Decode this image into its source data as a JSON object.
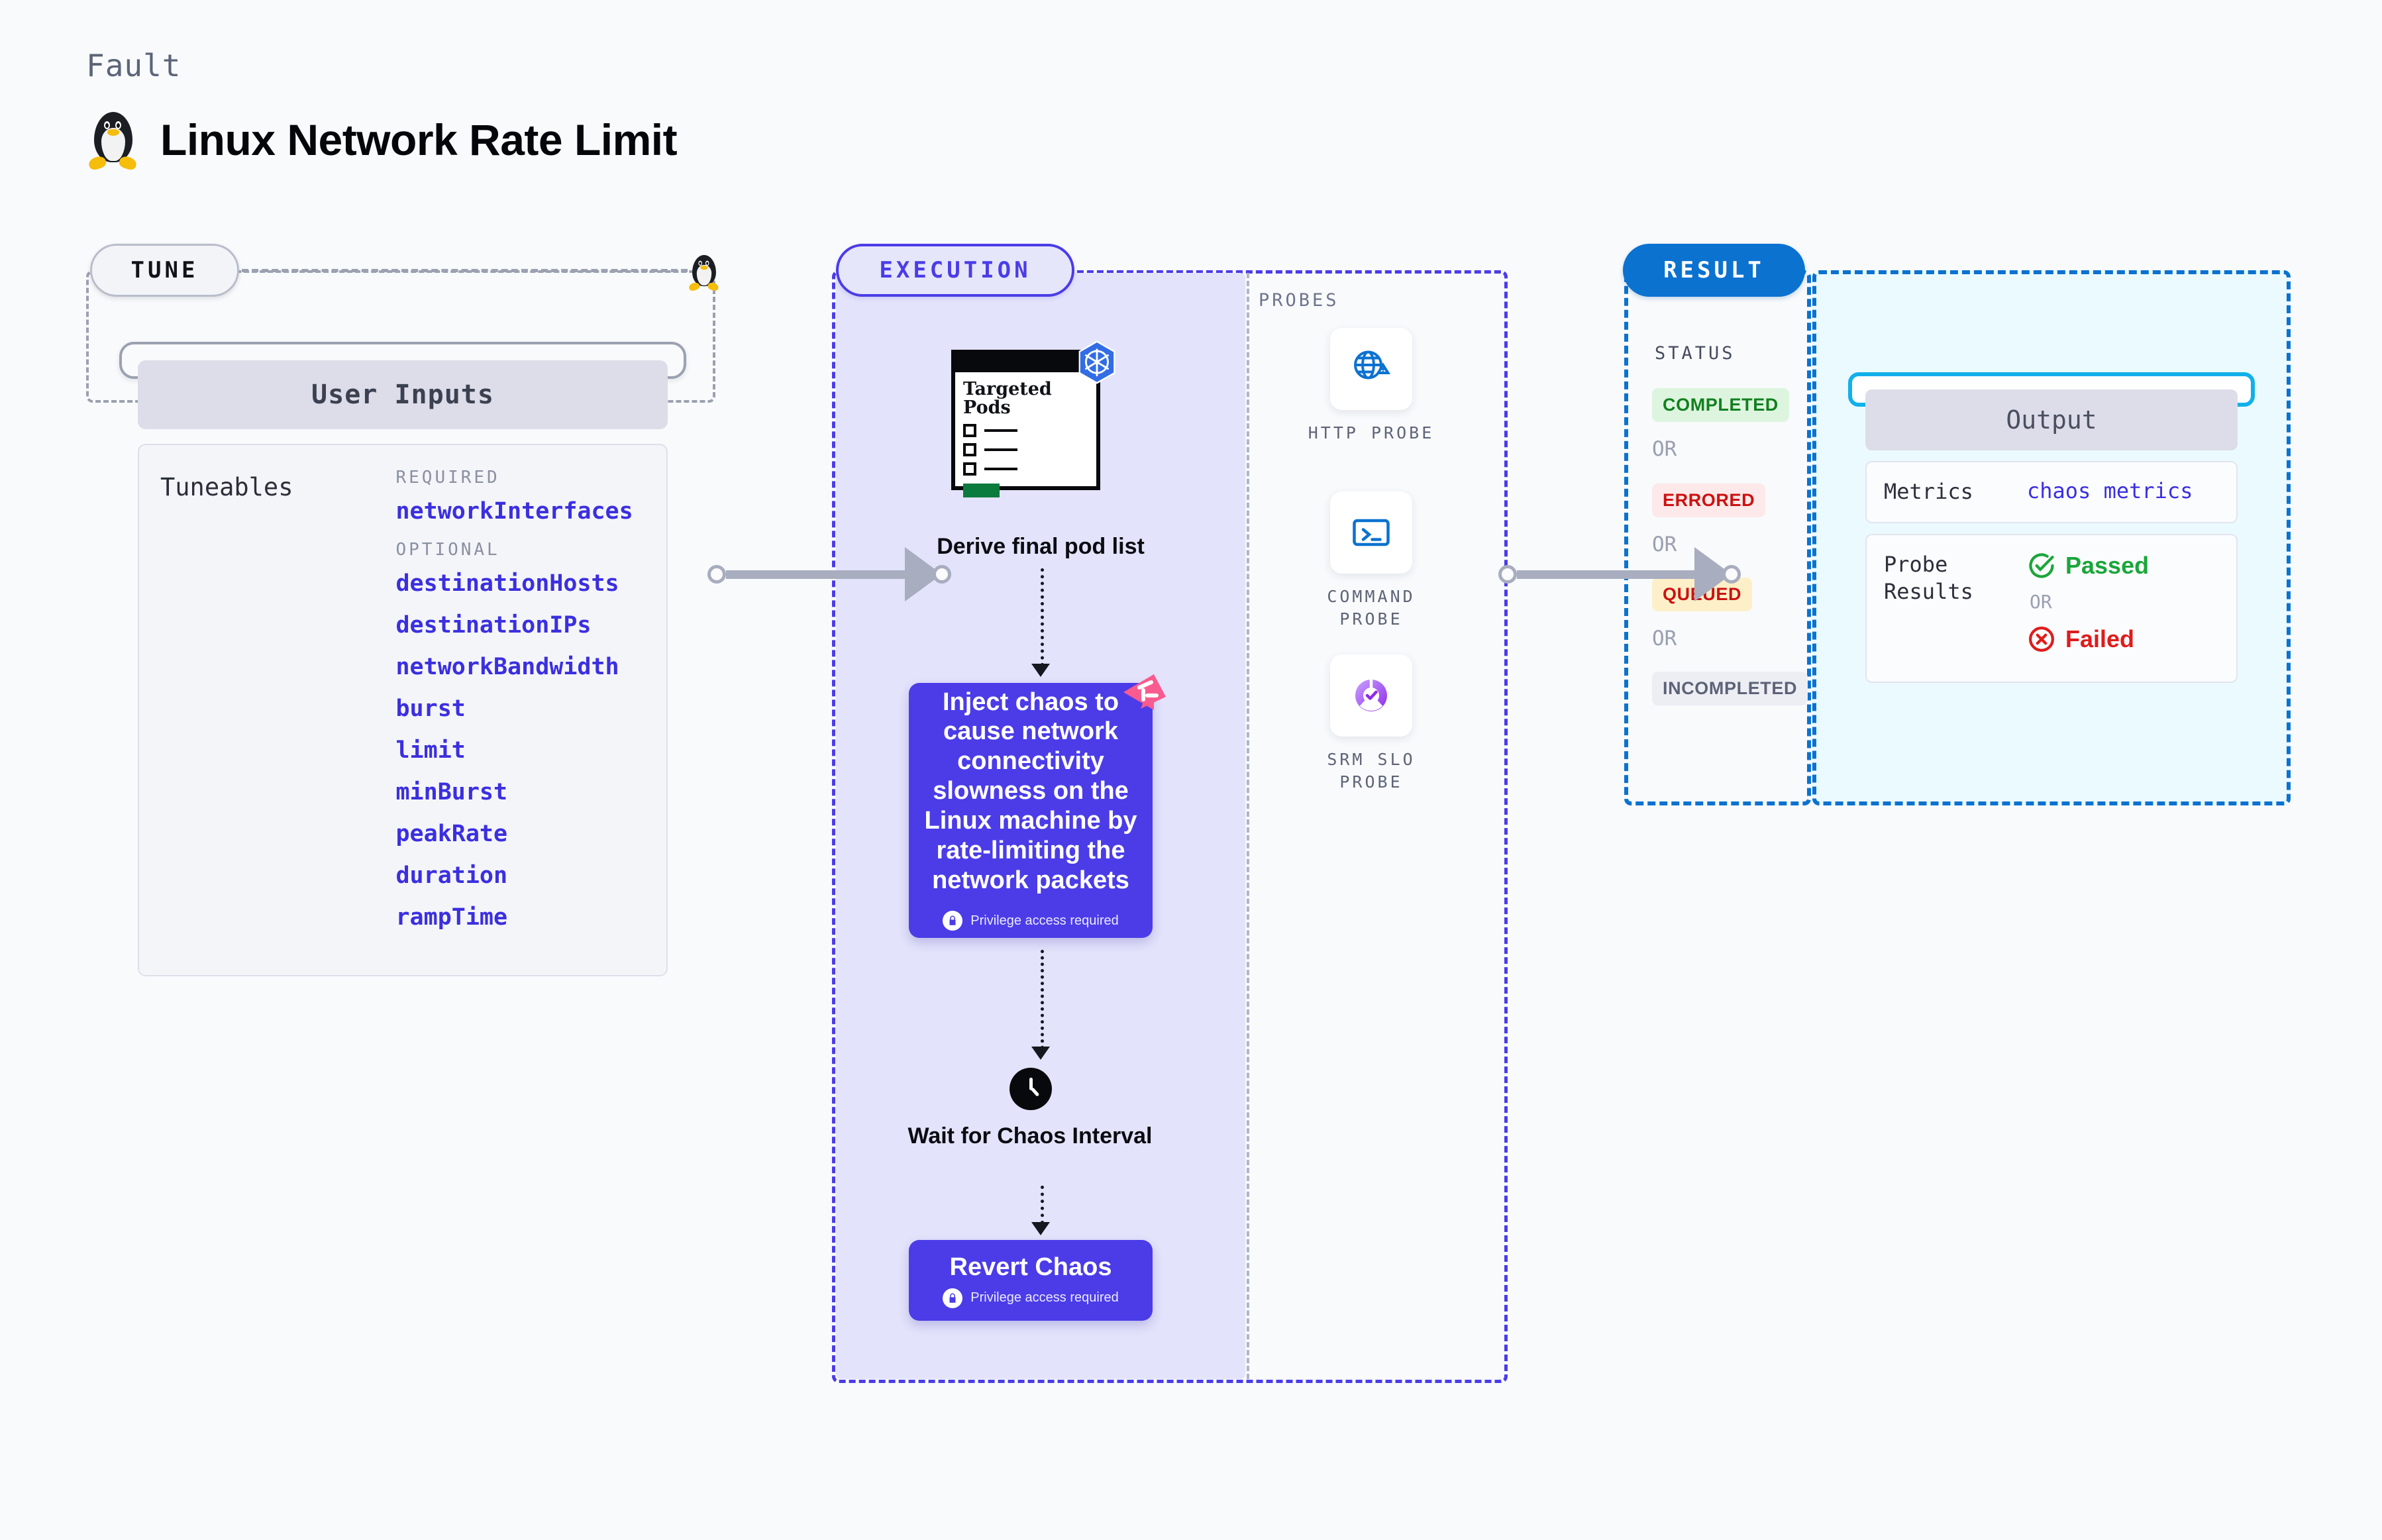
{
  "header": {
    "kicker": "Fault",
    "title": "Linux Network Rate Limit",
    "icon": "linux-tux-icon"
  },
  "tune": {
    "pill_label": "TUNE",
    "side_icon": "linux-tux-icon",
    "card_title": "User Inputs",
    "tuneables_label": "Tuneables",
    "groups": [
      {
        "label": "REQUIRED",
        "items": [
          "networkInterfaces"
        ]
      },
      {
        "label": "OPTIONAL",
        "items": [
          "destinationHosts",
          "destinationIPs",
          "networkBandwidth",
          "burst",
          "limit",
          "minBurst",
          "peakRate",
          "duration",
          "rampTime"
        ]
      }
    ]
  },
  "execution": {
    "pill_label": "EXECUTION",
    "pods_card": {
      "title": "Targeted Pods",
      "badge": "kubernetes-icon",
      "rows": 3
    },
    "derive_label": "Derive final pod list",
    "chaos_card": {
      "text": "Inject chaos to cause network connectivity slowness on the Linux machine by rate-limiting the network packets",
      "privilege": "Privilege access required",
      "badge": "litmus-icon"
    },
    "wait": {
      "icon": "clock-icon",
      "label": "Wait for Chaos Interval"
    },
    "revert": {
      "title": "Revert Chaos",
      "privilege": "Privilege access required"
    }
  },
  "probes": {
    "label": "PROBES",
    "items": [
      {
        "name": "HTTP PROBE",
        "icon": "globe-alert-icon"
      },
      {
        "name": "COMMAND PROBE",
        "icon": "terminal-icon"
      },
      {
        "name": "SRM SLO PROBE",
        "icon": "slo-check-icon"
      }
    ]
  },
  "result": {
    "pill_label": "RESULT",
    "status_label": "STATUS",
    "or_label": "OR",
    "statuses": [
      {
        "text": "COMPLETED",
        "bg": "#ddf5df",
        "fg": "#12801f"
      },
      {
        "text": "ERRORED",
        "bg": "#fde9e9",
        "fg": "#cc1111"
      },
      {
        "text": "QUEUED",
        "bg": "#fdf0c8",
        "fg": "#cc1111"
      },
      {
        "text": "INCOMPLETED",
        "bg": "#edeef4",
        "fg": "#5d6377"
      }
    ],
    "output": {
      "title": "Output",
      "metrics_key": "Metrics",
      "metrics_value": "chaos metrics",
      "probe_key": "Probe Results",
      "passed": "Passed",
      "failed": "Failed",
      "or_label": "OR"
    }
  },
  "colors": {
    "accent_purple": "#4b3ce8",
    "accent_blue": "#0b72d0",
    "cyan": "#12b0ea",
    "green": "#1aa63a",
    "red": "#e01b1b",
    "background": "#f8fafc"
  }
}
